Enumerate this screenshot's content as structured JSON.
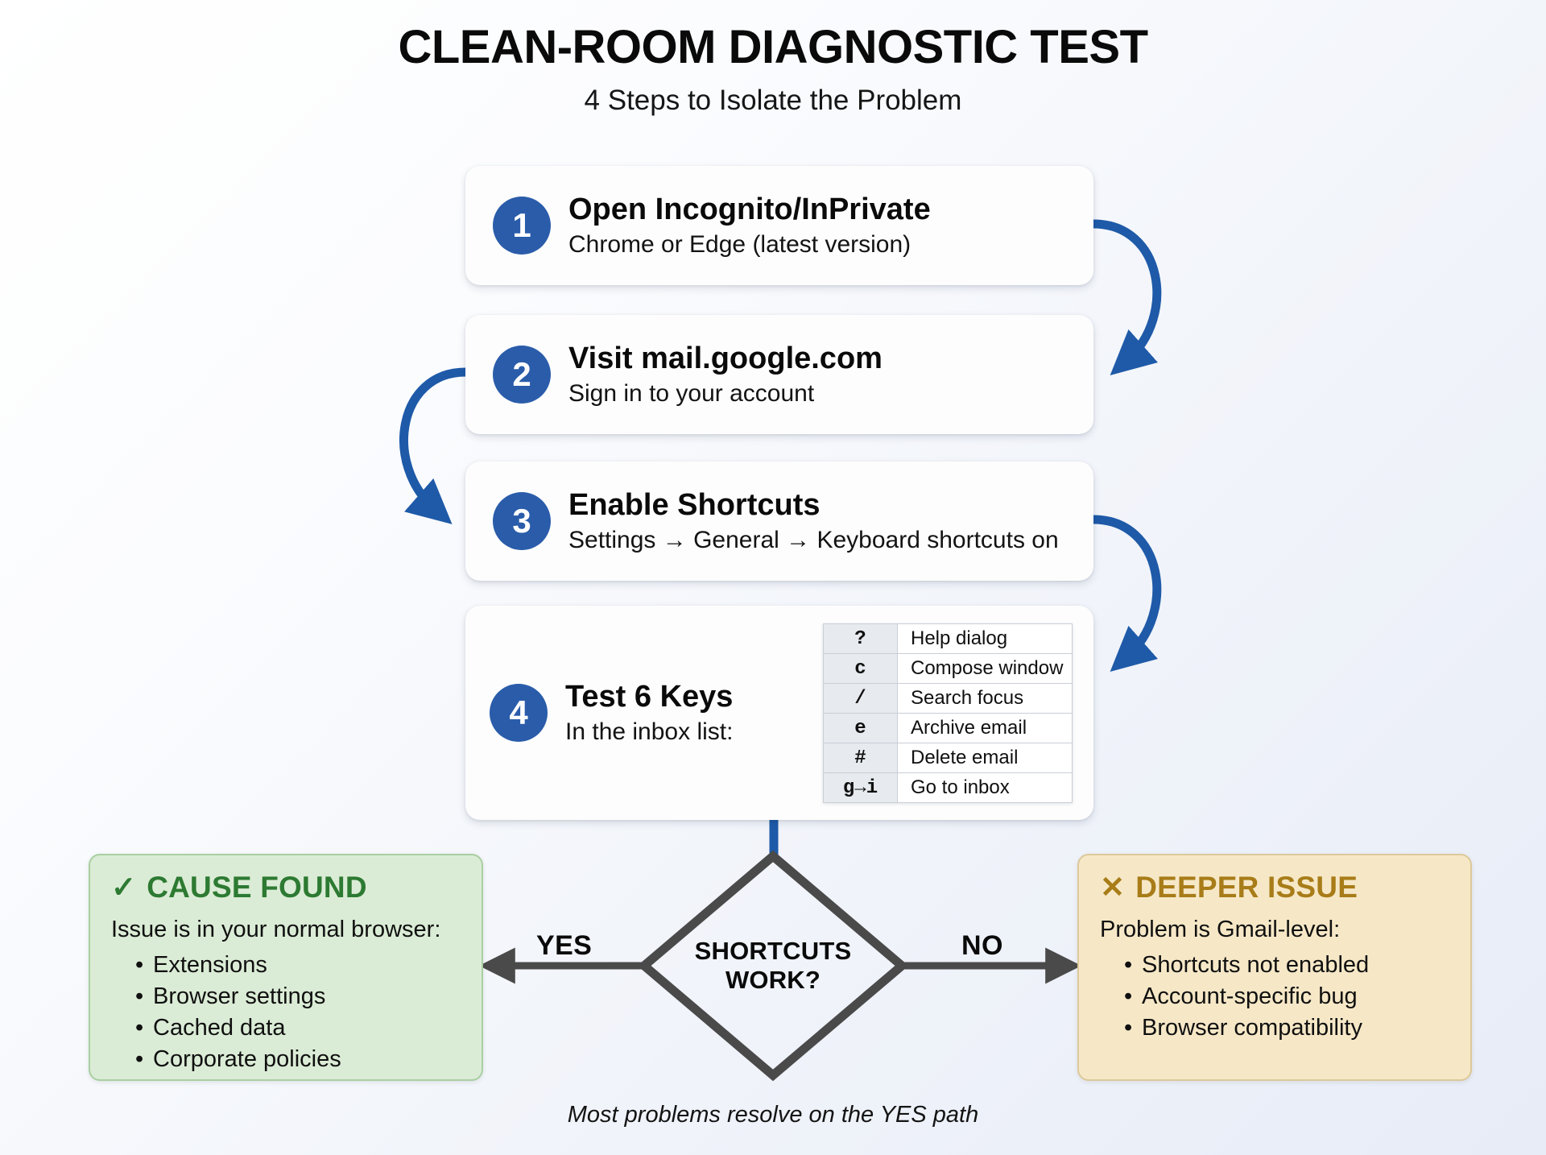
{
  "header": {
    "title": "CLEAN-ROOM DIAGNOSTIC TEST",
    "subtitle": "4 Steps to Isolate the Problem"
  },
  "steps": [
    {
      "number": "1",
      "title": "Open Incognito/InPrivate",
      "subtitle": "Chrome or Edge (latest version)"
    },
    {
      "number": "2",
      "title": "Visit mail.google.com",
      "subtitle": "Sign in to your account"
    },
    {
      "number": "3",
      "title": "Enable Shortcuts",
      "subtitle": "Settings → General → Keyboard shortcuts on"
    },
    {
      "number": "4",
      "title": "Test 6 Keys",
      "subtitle": "In the inbox list:"
    }
  ],
  "key_table": {
    "rows": [
      {
        "key": "?",
        "action": "Help dialog"
      },
      {
        "key": "c",
        "action": "Compose window"
      },
      {
        "key": "/",
        "action": "Search focus"
      },
      {
        "key": "e",
        "action": "Archive email"
      },
      {
        "key": "#",
        "action": "Delete email"
      },
      {
        "key": "g→i",
        "action": "Go to inbox"
      }
    ]
  },
  "decision": {
    "line1": "SHORTCUTS",
    "line2": "WORK?",
    "yes_label": "YES",
    "no_label": "NO"
  },
  "outcome_yes": {
    "icon": "✓",
    "heading": "CAUSE FOUND",
    "lead": "Issue is in your normal browser:",
    "items": [
      "Extensions",
      "Browser settings",
      "Cached data",
      "Corporate policies"
    ]
  },
  "outcome_no": {
    "icon": "✕",
    "heading": "DEEPER ISSUE",
    "lead": "Problem is Gmail-level:",
    "items": [
      "Shortcuts not enabled",
      "Account-specific bug",
      "Browser compatibility"
    ]
  },
  "footer": {
    "note": "Most problems resolve on the YES path"
  },
  "colors": {
    "accent_blue": "#2a5caa",
    "arrow_blue": "#1e5aa8",
    "diamond_stroke": "#4a4a4a",
    "success_green": "#2d7a32",
    "warning_gold": "#a87c18",
    "green_bg": "#dbecd6",
    "amber_bg": "#f6e8c7"
  }
}
